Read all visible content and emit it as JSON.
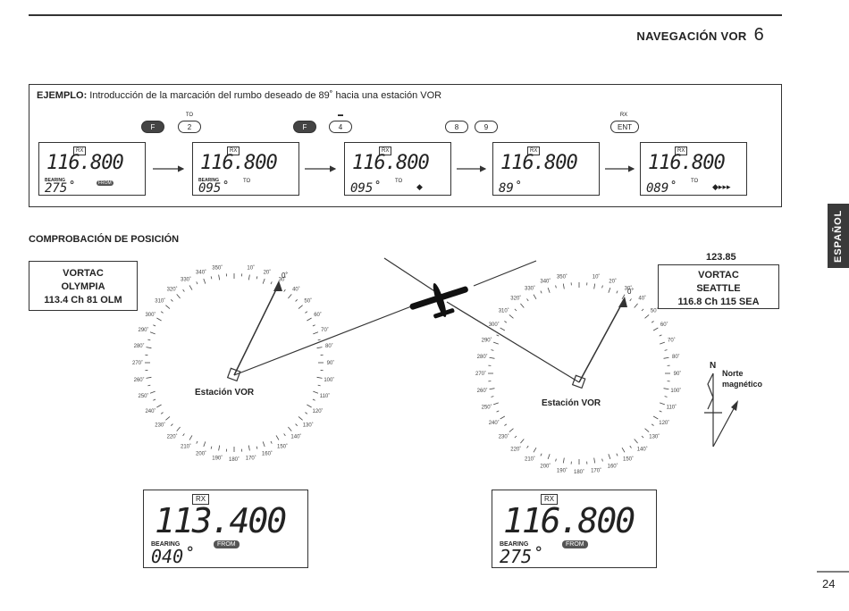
{
  "header": {
    "title": "NAVEGACIÓN VOR",
    "chapter": "6"
  },
  "side_tab": "ESPAÑOL",
  "example": {
    "label": "EJEMPLO:",
    "text": "Introducción de la marcación del rumbo deseado de 89˚ hacia una estación VOR",
    "keys": [
      {
        "label": "F",
        "sup": ""
      },
      {
        "label": "2",
        "sup": "TO"
      },
      {
        "label": "F",
        "sup": ""
      },
      {
        "label": "4",
        "sup": "▬"
      },
      {
        "label": "8",
        "sup": ""
      },
      {
        "label": "9",
        "sup": ""
      },
      {
        "label": "ENT",
        "sup": "RX"
      }
    ],
    "displays": [
      {
        "rx": "RX",
        "freq": "116.800",
        "bearing_label": "BEARING",
        "bearing": "275˚",
        "tag": "FROM",
        "to": "",
        "extra": ""
      },
      {
        "rx": "RX",
        "freq": "116.800",
        "bearing_label": "BEARING",
        "bearing": "095˚",
        "tag": "",
        "to": "TO",
        "extra": ""
      },
      {
        "rx": "RX",
        "freq": "116.800",
        "bearing_label": "",
        "bearing": "095˚",
        "tag": "",
        "to": "TO",
        "extra": "◆"
      },
      {
        "rx": "RX",
        "freq": "116.800",
        "bearing_label": "",
        "bearing": "89˚",
        "tag": "",
        "to": "",
        "extra": ""
      },
      {
        "rx": "RX",
        "freq": "116.800",
        "bearing_label": "",
        "bearing": "089˚",
        "tag": "",
        "to": "TO",
        "extra": "◆▸▸▸"
      }
    ]
  },
  "section": {
    "title": "COMPROBACIÓN DE POSICIÓN"
  },
  "stations": {
    "left": {
      "line1": "VORTAC",
      "line2": "OLYMPIA",
      "line3": "113.4 Ch 81 OLM"
    },
    "right": {
      "line0": "123.85",
      "line1": "VORTAC",
      "line2": "SEATTLE",
      "line3": "116.8 Ch 115 SEA"
    }
  },
  "compass": {
    "center_label": "Estación VOR",
    "zero_label": "0˚"
  },
  "north": {
    "n": "N",
    "line1": "Norte",
    "line2": "magnético"
  },
  "readouts": [
    {
      "rx": "RX",
      "freq": "113.400",
      "bearing_label": "BEARING",
      "from": "FROM",
      "bearing": "040˚"
    },
    {
      "rx": "RX",
      "freq": "116.800",
      "bearing_label": "BEARING",
      "from": "FROM",
      "bearing": "275˚"
    }
  ],
  "page_number": "24"
}
